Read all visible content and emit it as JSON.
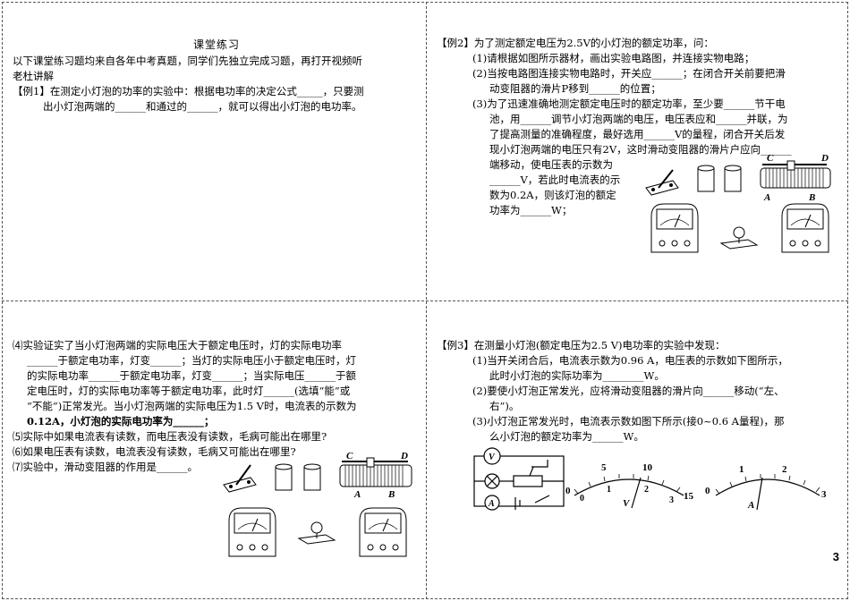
{
  "q1": {
    "title": "课堂练习",
    "intro": [
      "以下课堂练习题均来自各年中考真题，同学们先独立完成习题，再打开视频听",
      "老杜讲解"
    ],
    "ex1": [
      "【例1】在测定小灯泡的功率的实验中：根据电功率的决定公式_____，只要测",
      "出小灯泡两端的______和通过的______，就可以得出小灯泡的电功率。"
    ]
  },
  "q2": {
    "lines": [
      "【例2】为了测定额定电压为2.5V的小灯泡的额定功率，问：",
      "(1)请根据如图所示器材，画出实验电路图，并连接实物电路；",
      "(2)当按电路图连接实物电路时，开关应______；在闭合开关前要把滑",
      "动变阻器的滑片P移到______的位置；",
      "(3)为了迅速准确地测定额定电压时的额定功率，至少要______节干电",
      "池，用______调节小灯泡两端的电压，电压表应和______并联，为",
      "了提高测量的准确程度，最好选用______V的量程，闭合开关后发",
      "现小灯泡两端的电压只有2V，这时滑动变阻器的滑片户应向______",
      "端移动，使电压表的示数为",
      "______V，若此时电流表的示",
      "数为0.2A，则该灯泡的额定",
      "功率为______W；"
    ],
    "fig_labels": [
      "C",
      "D",
      "A",
      "B"
    ]
  },
  "q3": {
    "lines": [
      "⑷实验证实了当小灯泡两端的实际电压大于额定电压时，灯的实际电功率",
      "______于额定电功率，灯变______；当灯的实际电压小于额定电压时，灯",
      "的实际电功率______于额定电功率，灯变______；当实际电压______于额",
      "定电压时，灯的实际电功率等于额定电功率，此时灯______(选填“能”或",
      "“不能”)正常发光。当小灯泡两端的实际电压为1.5 V时，电流表的示数为",
      "0.12A，小灯泡的实际电功率为______；",
      "⑸实际中如果电流表有读数，而电压表没有读数，毛病可能出在哪里?",
      "⑹如果电压表有读数，电流表没有读数，毛病又可能出在哪里?",
      "⑺实验中，滑动变阻器的作用是______。"
    ],
    "fig_labels": [
      "C",
      "D",
      "A",
      "B"
    ]
  },
  "q4": {
    "lines": [
      "【例3】在测量小灯泡(额定电压为2.5 V)电功率的实验中发现：",
      "(1)当开关闭合后，电流表示数为0.96 A，电压表的示数如下图所示，",
      "此时小灯泡的实际功率为________W。",
      "(2)要使小灯泡正常发光，应将滑动变阻器的滑片向______移动(“左、",
      "右”)。",
      "(3)小灯泡正常发光时，电流表示数如图下所示(接0~0.6 A量程)，那",
      "么小灯泡的额定功率为______W。"
    ],
    "voltmeter": {
      "top": [
        "5",
        "10"
      ],
      "bottom": [
        "0",
        "1",
        "2",
        "3"
      ],
      "end": "15",
      "zero": "0",
      "label": "V"
    },
    "ammeter": {
      "top": [
        "1",
        "2"
      ],
      "bottom": [
        "0",
        "3"
      ],
      "label": "A"
    },
    "circuit": {
      "v": "V",
      "a": "A"
    }
  },
  "page_number": "3"
}
